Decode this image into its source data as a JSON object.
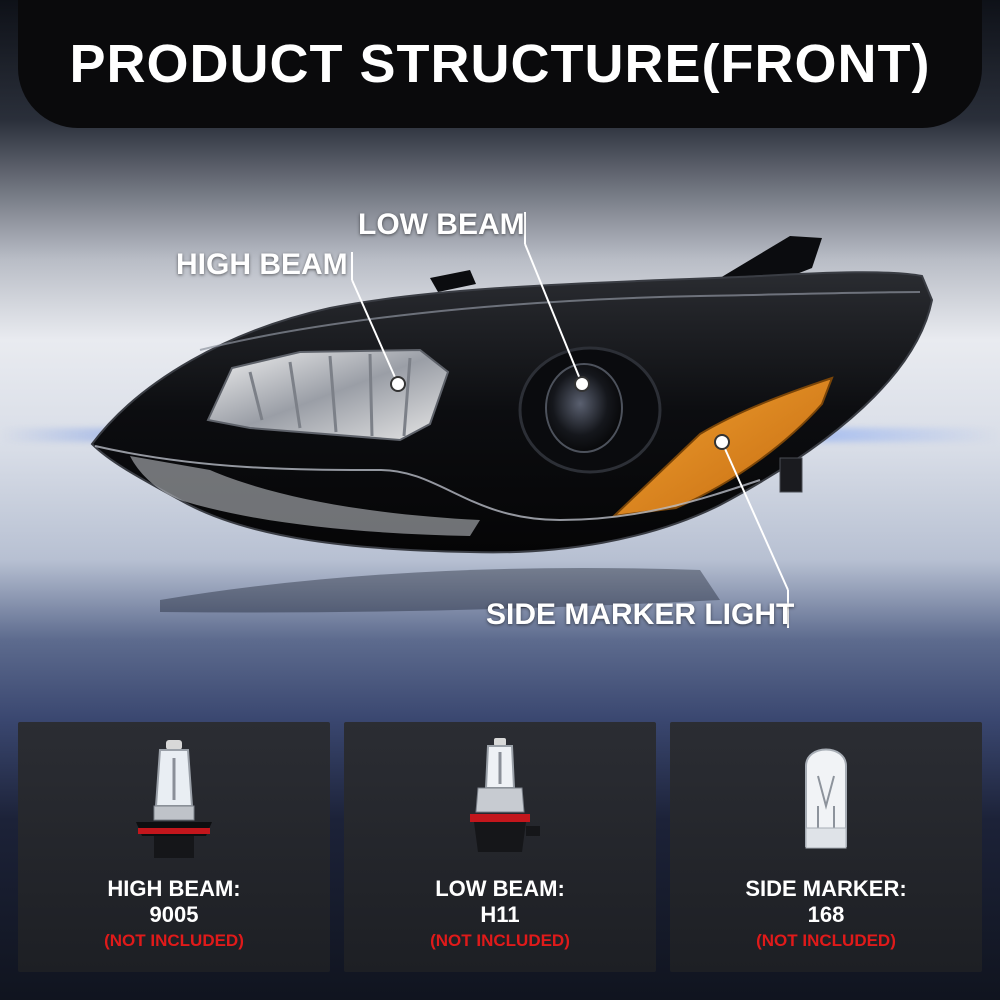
{
  "header": {
    "title": "PRODUCT STRUCTURE(FRONT)"
  },
  "callouts": {
    "high_beam": "HIGH BEAM",
    "low_beam": "LOW BEAM",
    "side_marker": "SIDE MARKER LIGHT"
  },
  "cards": [
    {
      "line1": "HIGH BEAM:",
      "line2": "9005",
      "note": "(NOT INCLUDED)"
    },
    {
      "line1": "LOW BEAM:",
      "line2": "H11",
      "note": "(NOT INCLUDED)"
    },
    {
      "line1": "SIDE MARKER:",
      "line2": "168",
      "note": "(NOT INCLUDED)"
    }
  ],
  "colors": {
    "note_red": "#e01a1a",
    "amber": "#e08a1c"
  }
}
